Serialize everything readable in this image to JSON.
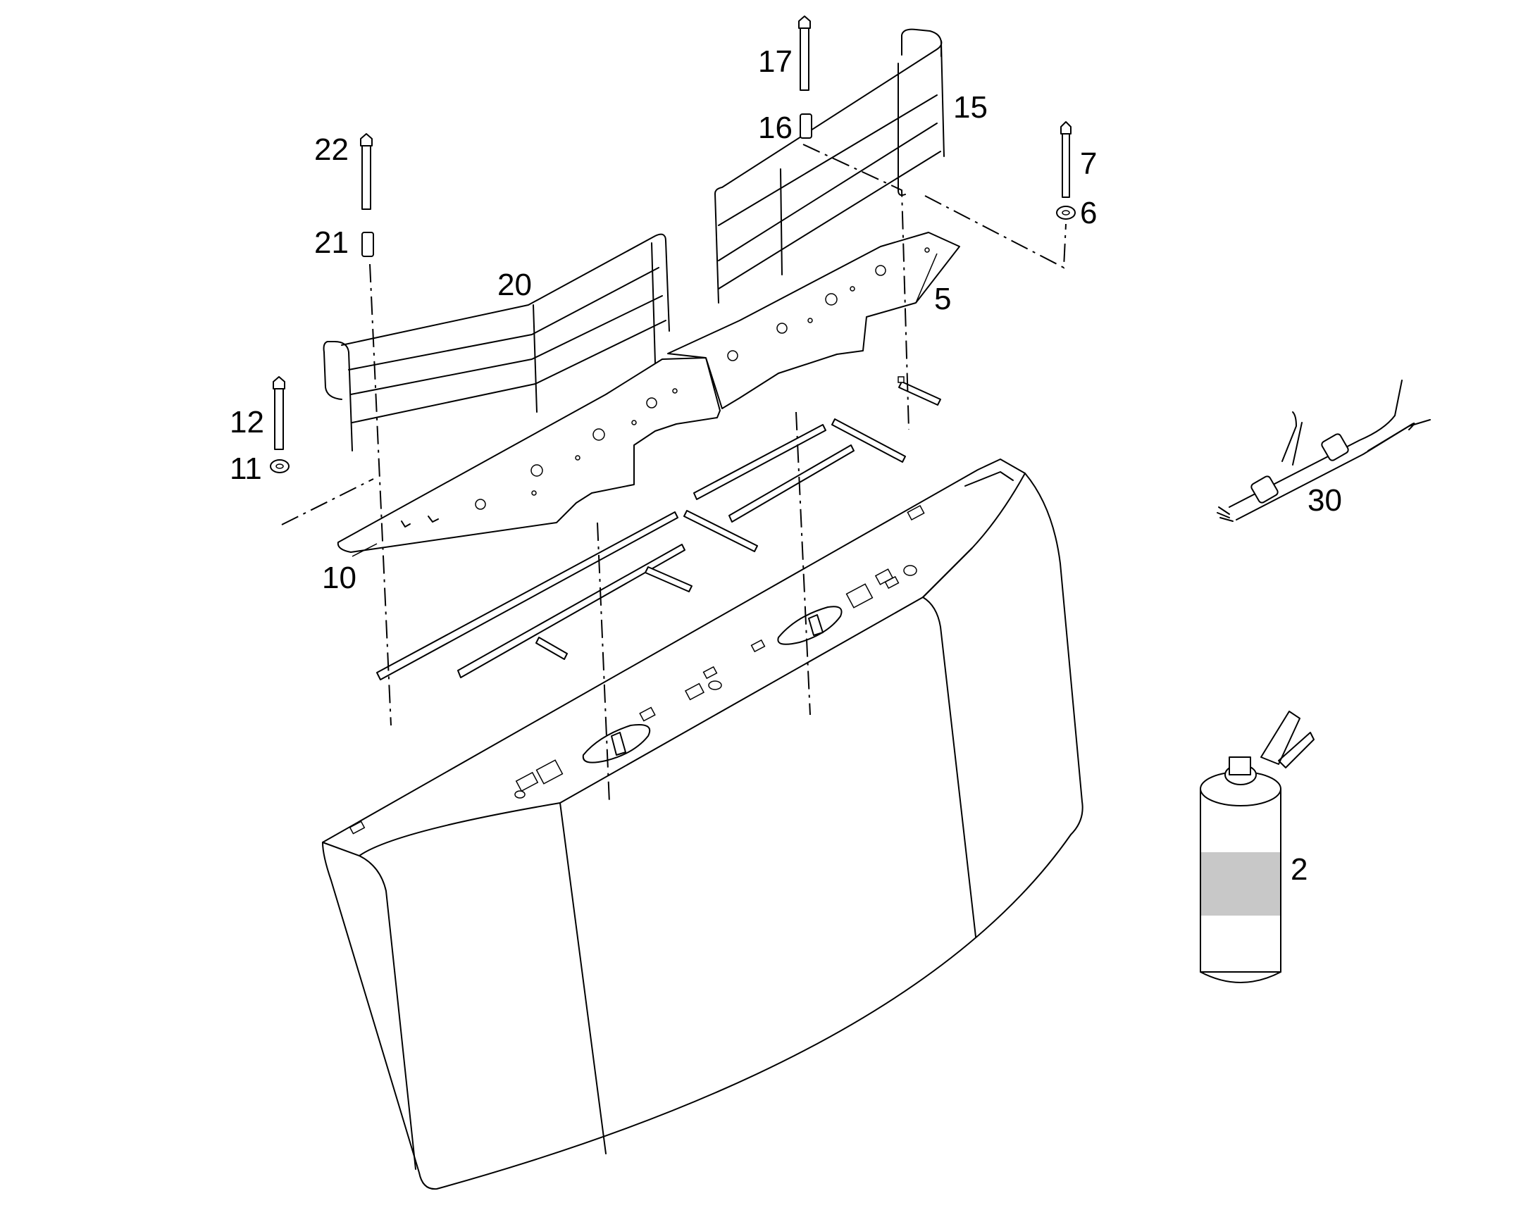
{
  "callouts": {
    "c2": "2",
    "c5": "5",
    "c6": "6",
    "c7": "7",
    "c10": "10",
    "c11": "11",
    "c12": "12",
    "c15": "15",
    "c16": "16",
    "c17": "17",
    "c20": "20",
    "c21": "21",
    "c22": "22",
    "c30": "30"
  },
  "colors": {
    "line": "#000000",
    "background": "#ffffff",
    "label_band": "#c8c8c8"
  }
}
